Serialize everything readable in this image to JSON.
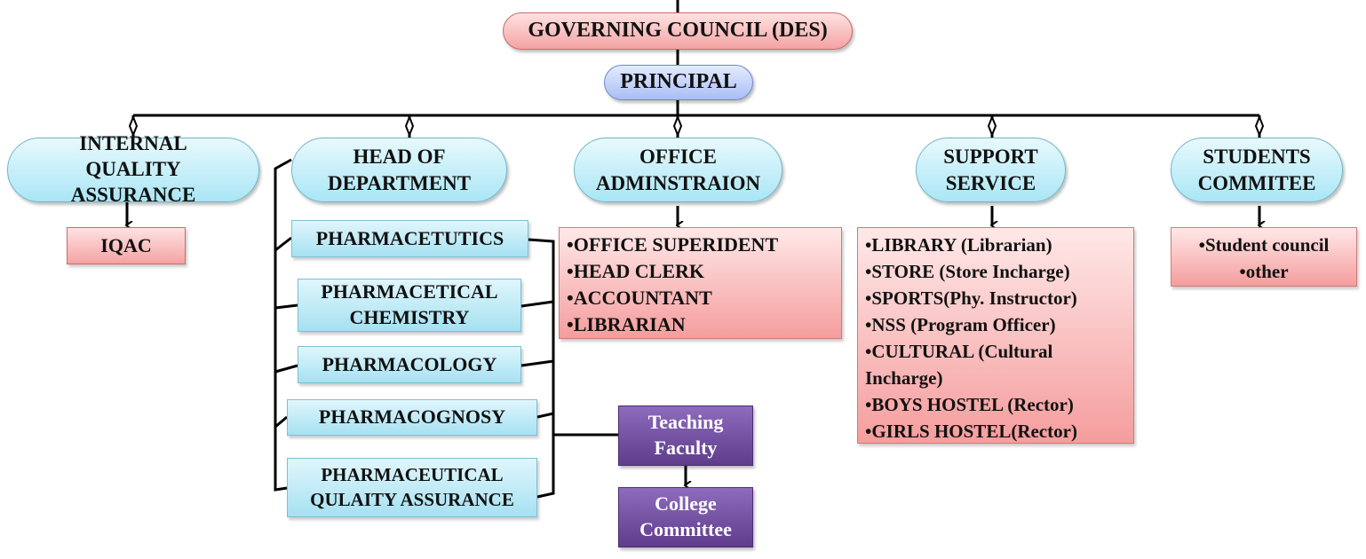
{
  "top": {
    "governing_council": "GOVERNING COUNCIL (DES)",
    "principal": "PRINCIPAL"
  },
  "branches": {
    "iqa": "INTERNAL QUALITY ASSURANCE",
    "hod": "HEAD OF DEPARTMENT",
    "office": "OFFICE ADMINSTRAION",
    "support": "SUPPORT SERVICE",
    "students": "STUDENTS COMMITEE"
  },
  "iqac": "IQAC",
  "departments": [
    "PHARMACETUTICS",
    "PHARMACETICAL CHEMISTRY",
    "PHARMACOLOGY",
    "PHARMACOGNOSY",
    "PHARMACEUTICAL QULAITY ASSURANCE"
  ],
  "faculty": {
    "teaching": "Teaching Faculty",
    "college_committee": "College Committee"
  },
  "office_items": [
    "•OFFICE SUPERIDENT",
    "•HEAD CLERK",
    "•ACCOUNTANT",
    "•LIBRARIAN"
  ],
  "support_items": [
    "•LIBRARY (Librarian)",
    "•STORE (Store Incharge)",
    "•SPORTS(Phy. Instructor)",
    "•NSS (Program Officer)",
    "•CULTURAL (Cultural Incharge)",
    "•BOYS HOSTEL (Rector)",
    "•GIRLS HOSTEL(Rector)"
  ],
  "students_items": [
    "•Student council",
    "•other"
  ]
}
